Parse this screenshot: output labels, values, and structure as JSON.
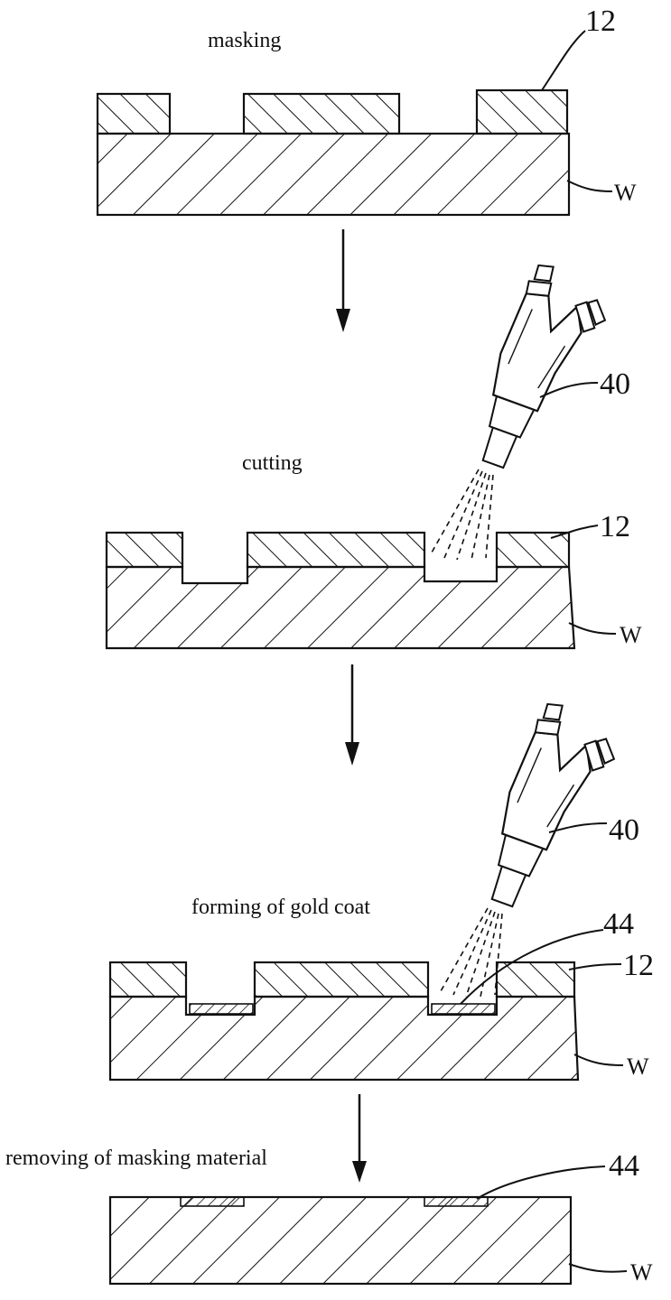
{
  "steps": {
    "masking": "masking",
    "cutting": "cutting",
    "gold_coat": "forming of gold coat",
    "removing": "removing of masking material"
  },
  "refs": {
    "mask": "12",
    "wafer": "W",
    "nozzle": "40",
    "gold": "44"
  },
  "colors": {
    "ink": "#111111",
    "paper": "#ffffff"
  },
  "icons": [
    "down-arrow-icon",
    "spray-nozzle-icon"
  ]
}
